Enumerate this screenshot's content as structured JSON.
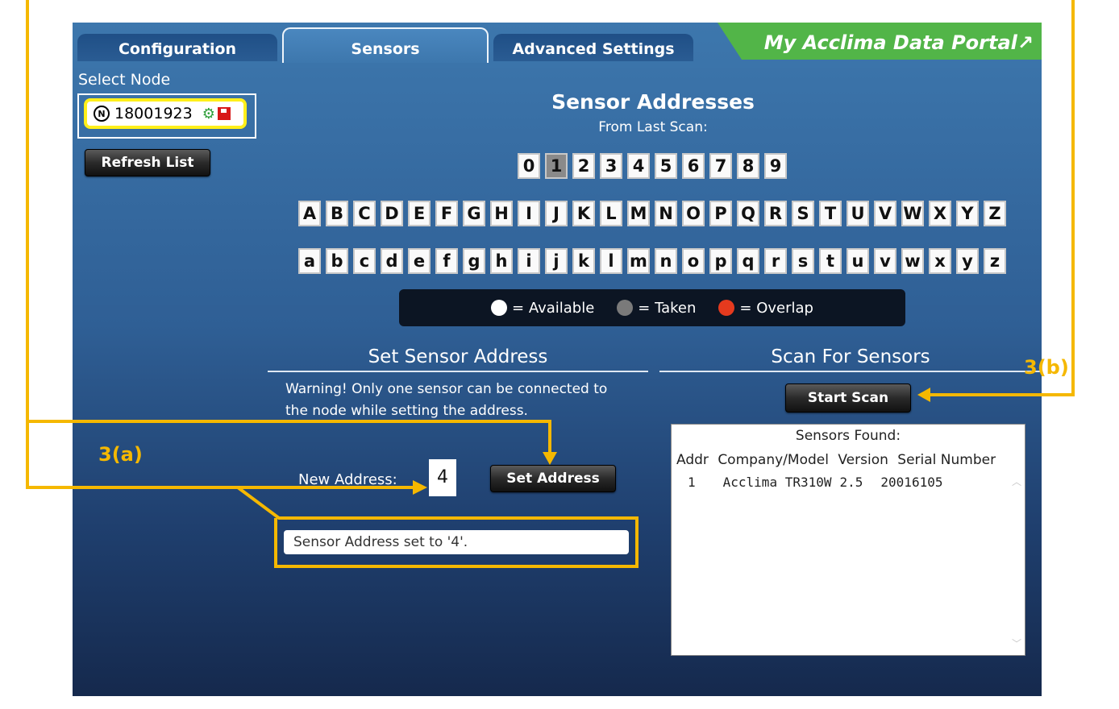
{
  "tabs": [
    {
      "label": "Configuration"
    },
    {
      "label": "Sensors"
    },
    {
      "label": "Advanced Settings"
    }
  ],
  "portal_link": {
    "label": "My Acclima Data Portal↗"
  },
  "node_panel": {
    "title": "Select Node",
    "node_badge": "N",
    "node_id": "18001923",
    "refresh_label": "Refresh List"
  },
  "addresses": {
    "title": "Sensor Addresses",
    "subtitle": "From Last Scan:",
    "digits": [
      "0",
      "1",
      "2",
      "3",
      "4",
      "5",
      "6",
      "7",
      "8",
      "9"
    ],
    "upper": [
      "A",
      "B",
      "C",
      "D",
      "E",
      "F",
      "G",
      "H",
      "I",
      "J",
      "K",
      "L",
      "M",
      "N",
      "O",
      "P",
      "Q",
      "R",
      "S",
      "T",
      "U",
      "V",
      "W",
      "X",
      "Y",
      "Z"
    ],
    "lower": [
      "a",
      "b",
      "c",
      "d",
      "e",
      "f",
      "g",
      "h",
      "i",
      "j",
      "k",
      "l",
      "m",
      "n",
      "o",
      "p",
      "q",
      "r",
      "s",
      "t",
      "u",
      "v",
      "w",
      "x",
      "y",
      "z"
    ],
    "taken": [
      "1"
    ]
  },
  "legend": {
    "available": "= Available",
    "taken": "= Taken",
    "overlap": "= Overlap",
    "colors": {
      "available": "#ffffff",
      "taken": "#7a7a7a",
      "overlap": "#e53a1e"
    }
  },
  "set_address": {
    "title": "Set Sensor Address",
    "warning_line1": "Warning! Only one sensor can be connected to",
    "warning_line2": "the node while setting the address.",
    "new_address_label": "New Address:",
    "new_address_value": "4",
    "button_label": "Set Address",
    "status": "Sensor Address set to '4'."
  },
  "scan": {
    "title": "Scan For Sensors",
    "button_label": "Start Scan",
    "results_title": "Sensors Found:",
    "columns": [
      "Addr",
      "Company/Model",
      "Version",
      "Serial Number"
    ],
    "rows": [
      {
        "addr": "1",
        "model": "Acclima TR310W",
        "version": "2.5",
        "serial": "20016105"
      }
    ]
  },
  "annotations": {
    "a": "3(a)",
    "b": "3(b)"
  },
  "colors": {
    "annotation": "#f5b800",
    "portal": "#52b548",
    "highlight": "#ffef1a"
  }
}
